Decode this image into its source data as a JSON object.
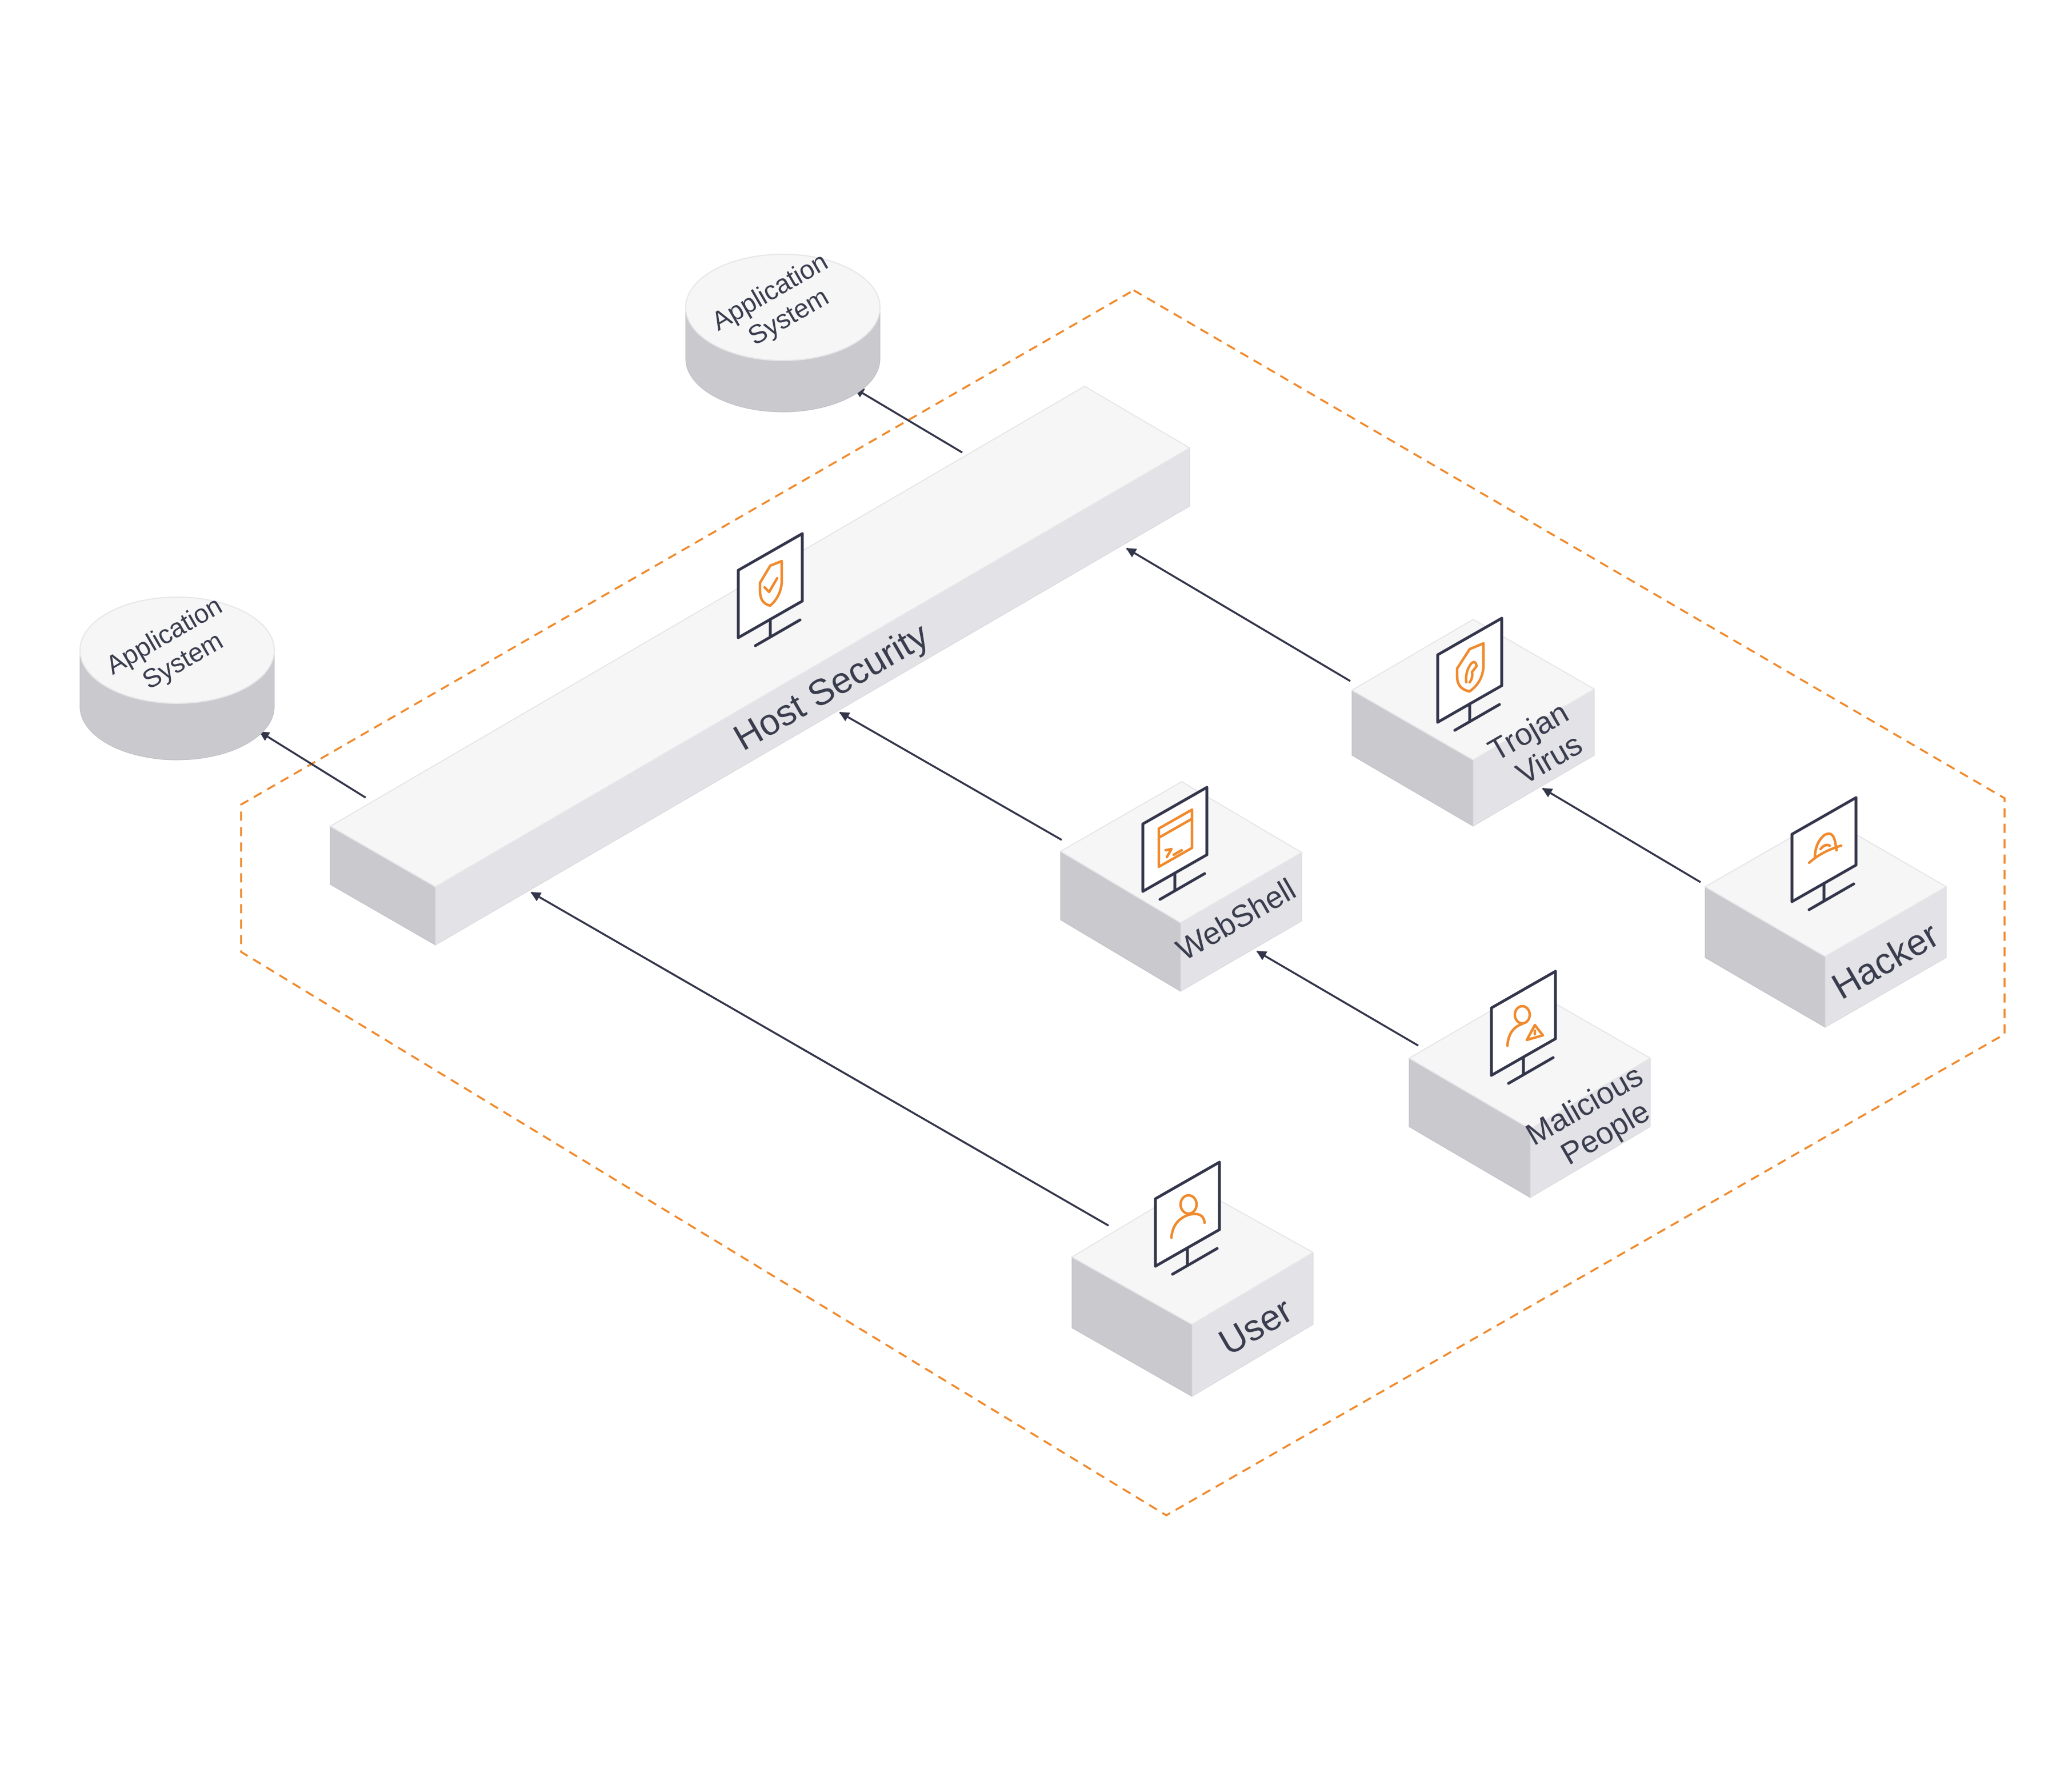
{
  "nodes": {
    "app_system_top": {
      "label_line1": "Application",
      "label_line2": "System"
    },
    "app_system_left": {
      "label_line1": "Application",
      "label_line2": "System"
    },
    "host_security": {
      "label": "Host Security"
    },
    "webshell": {
      "label": "WebShell"
    },
    "trojan_virus": {
      "label_line1": "Trojan",
      "label_line2": "Virus"
    },
    "hacker": {
      "label": "Hacker"
    },
    "malicious_people": {
      "label_line1": "Malicious",
      "label_line2": "People"
    },
    "user": {
      "label": "User"
    }
  },
  "colors": {
    "accent": "#f08a2c",
    "line": "#33354a",
    "boundary": "#f08a2c"
  },
  "icons": {
    "host_security": "shield-check-icon",
    "webshell": "terminal-window-icon",
    "trojan_virus": "trojan-shield-icon",
    "hacker": "hacker-icon",
    "malicious_people": "user-warning-icon",
    "user": "user-icon"
  }
}
